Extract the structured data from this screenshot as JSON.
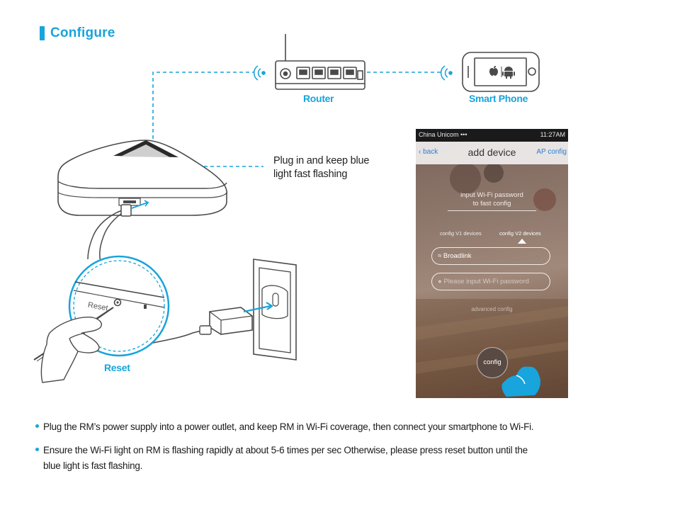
{
  "heading": "Configure",
  "labels": {
    "router": "Router",
    "smart_phone": "Smart Phone",
    "reset": "Reset",
    "reset_button_text": "Reset",
    "device_note_line1": "Plug in and keep blue",
    "device_note_line2": "light fast flashing"
  },
  "phone_screen": {
    "carrier": "China Unicom •••",
    "time": "11:27AM",
    "back": "back",
    "title": "add device",
    "ap_config": "AP config",
    "hint_line1": "input Wi-Fi password",
    "hint_line2": "to fast config",
    "tab_v1": "config V1 devices",
    "tab_v2": "config V2 devices",
    "ssid_value": "Broadlink",
    "password_placeholder": "Please input Wi-Fi password",
    "advanced": "advanced config",
    "config_button": "config"
  },
  "instructions": {
    "bullet1": "Plug the RM’s power supply into a power outlet, and keep RM in Wi-Fi coverage, then connect  your smartphone to Wi-Fi.",
    "bullet2_line1": "Ensure the Wi-Fi light on RM is flashing rapidly at about 5-6 times per sec  Otherwise, please press reset button until the",
    "bullet2_line2": "blue light is fast flashing."
  },
  "colors": {
    "accent": "#18a4dc",
    "line_art": "#555555",
    "text": "#1a1a1a"
  },
  "icons": [
    "wifi-signal-icon",
    "router-icon",
    "smartphone-icon",
    "apple-icon",
    "android-icon",
    "broadlink-rm-device-icon",
    "power-outlet-icon",
    "hand-icon",
    "tap-hand-icon"
  ]
}
